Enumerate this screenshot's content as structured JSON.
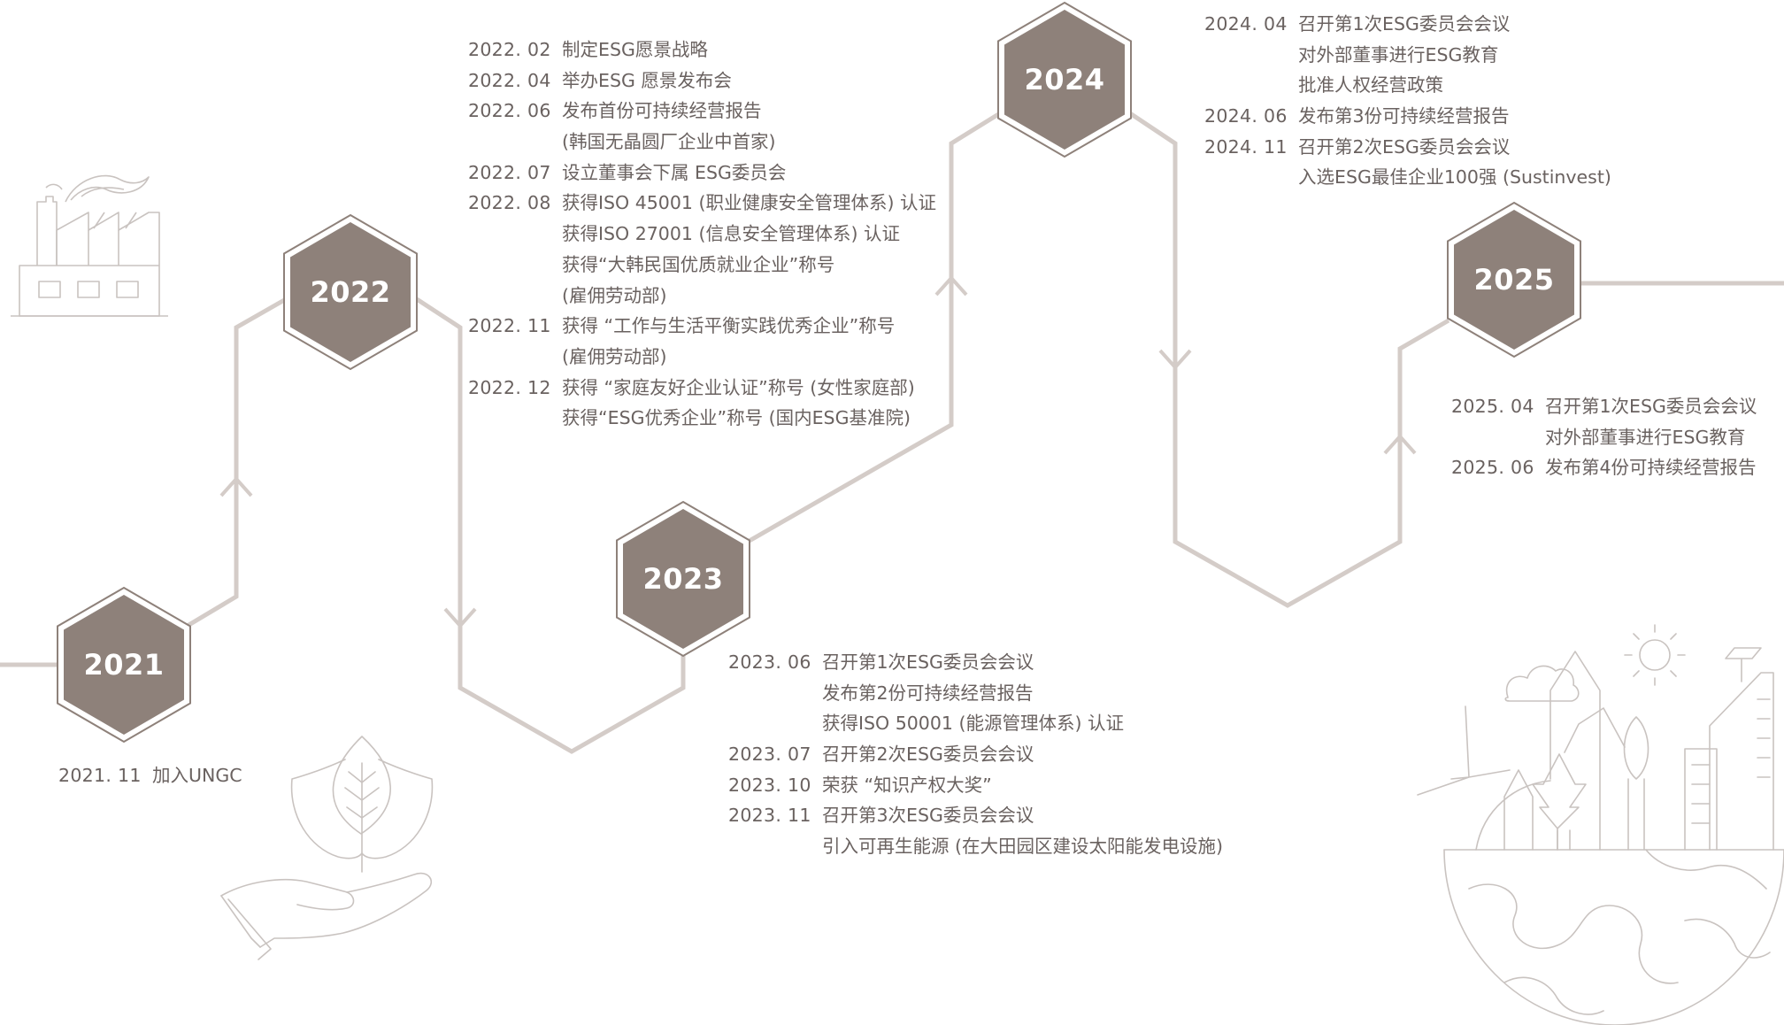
{
  "years": [
    {
      "year": "2021",
      "events": [
        {
          "date": "2021. 11",
          "text": "加入UNGC"
        }
      ]
    },
    {
      "year": "2022",
      "events": [
        {
          "date": "2022. 02",
          "text": "制定ESG愿景战略"
        },
        {
          "date": "2022. 04",
          "text": "举办ESG 愿景发布会"
        },
        {
          "date": "2022. 06",
          "text": "发布首份可持续经营报告"
        },
        {
          "date": "",
          "text": "(韩国无晶圆厂企业中首家)"
        },
        {
          "date": "2022. 07",
          "text": "设立董事会下属 ESG委员会"
        },
        {
          "date": "2022. 08",
          "text": "获得ISO 45001 (职业健康安全管理体系) 认证"
        },
        {
          "date": "",
          "text": "获得ISO 27001 (信息安全管理体系) 认证"
        },
        {
          "date": "",
          "text": "获得“大韩民国优质就业企业”称号"
        },
        {
          "date": "",
          "text": "(雇佣劳动部)"
        },
        {
          "date": "2022. 11",
          "text": "获得 “工作与生活平衡实践优秀企业”称号"
        },
        {
          "date": "",
          "text": "(雇佣劳动部)"
        },
        {
          "date": "2022. 12",
          "text": "获得 “家庭友好企业认证”称号 (女性家庭部)"
        },
        {
          "date": "",
          "text": "获得“ESG优秀企业”称号 (国内ESG基准院)"
        }
      ]
    },
    {
      "year": "2023",
      "events": [
        {
          "date": "2023. 06",
          "text": "召开第1次ESG委员会会议"
        },
        {
          "date": "",
          "text": "发布第2份可持续经营报告"
        },
        {
          "date": "",
          "text": "获得ISO 50001 (能源管理体系) 认证"
        },
        {
          "date": "2023. 07",
          "text": "召开第2次ESG委员会会议"
        },
        {
          "date": "2023. 10",
          "text": "荣获 “知识产权大奖”"
        },
        {
          "date": "2023. 11",
          "text": "召开第3次ESG委员会会议"
        },
        {
          "date": "",
          "text": "引入可再生能源 (在大田园区建设太阳能发电设施)"
        }
      ]
    },
    {
      "year": "2024",
      "events": [
        {
          "date": "2024. 04",
          "text": "召开第1次ESG委员会会议"
        },
        {
          "date": "",
          "text": "对外部董事进行ESG教育"
        },
        {
          "date": "",
          "text": "批准人权经营政策"
        },
        {
          "date": "2024. 06",
          "text": "发布第3份可持续经营报告"
        },
        {
          "date": "2024. 11",
          "text": "召开第2次ESG委员会会议"
        },
        {
          "date": "",
          "text": "入选ESG最佳企业100强 (Sustinvest)"
        }
      ]
    },
    {
      "year": "2025",
      "events": [
        {
          "date": "2025. 04",
          "text": "召开第1次ESG委员会会议"
        },
        {
          "date": "",
          "text": "对外部董事进行ESG教育"
        },
        {
          "date": "2025. 06",
          "text": "发布第4份可持续经营报告"
        }
      ]
    }
  ],
  "colors": {
    "hex_fill": "#8e817a",
    "line": "#d4ccc8",
    "text": "#6a6260",
    "icon": "#c9c3c0"
  },
  "icons": [
    "factory-icon",
    "leaf-in-hand-icon",
    "eco-city-globe-icon"
  ]
}
